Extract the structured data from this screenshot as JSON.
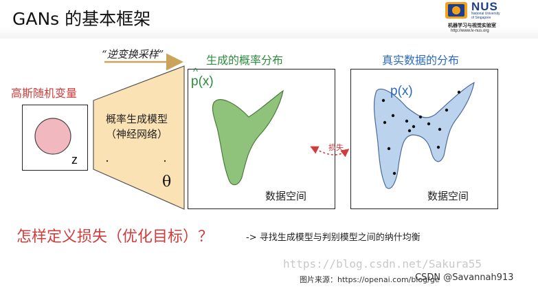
{
  "slide": {
    "title": "GANs 的基本框架",
    "logo": {
      "name": "NUS",
      "line1": "National University",
      "line2": "of Singapore",
      "cn_text": "机器学习与视觉实验室",
      "url": "http://www.lv-nus.org"
    },
    "inverse_sampling_label": "“逆变换采样”",
    "generated_heading": "生成的概率分布",
    "real_heading": "真实数据的分布",
    "latent_heading": "高斯随机变量",
    "latent_var": "z",
    "model_label": "概率生成模型（神经网络）",
    "theta": "θ",
    "p_hat_label": "p(x)",
    "p_hat_mark": "^",
    "p_label": "p(x)",
    "data_space_label": "数据空间",
    "loss_label": "损失",
    "question": "怎样定义损失（优化目标）？",
    "answer": "-> 寻找生成模型与判别模型之间的纳什均衡",
    "watermark": "https://blog.csdn.net/Sakura55",
    "source": "图片来源：https://openai.com/blog/ge",
    "source_credit": "CSDN @Savannah913"
  },
  "colors": {
    "green_text": "#2e8b3c",
    "green_fill": "#8fc27a",
    "blue_text": "#2a68c4",
    "blue_fill": "#bcd3ee",
    "red_text": "#d13b3b",
    "circle_fill": "#f2b8c0",
    "trapezoid_fill": "#fbe2b4",
    "arrow_gold": "#c9a45a"
  }
}
